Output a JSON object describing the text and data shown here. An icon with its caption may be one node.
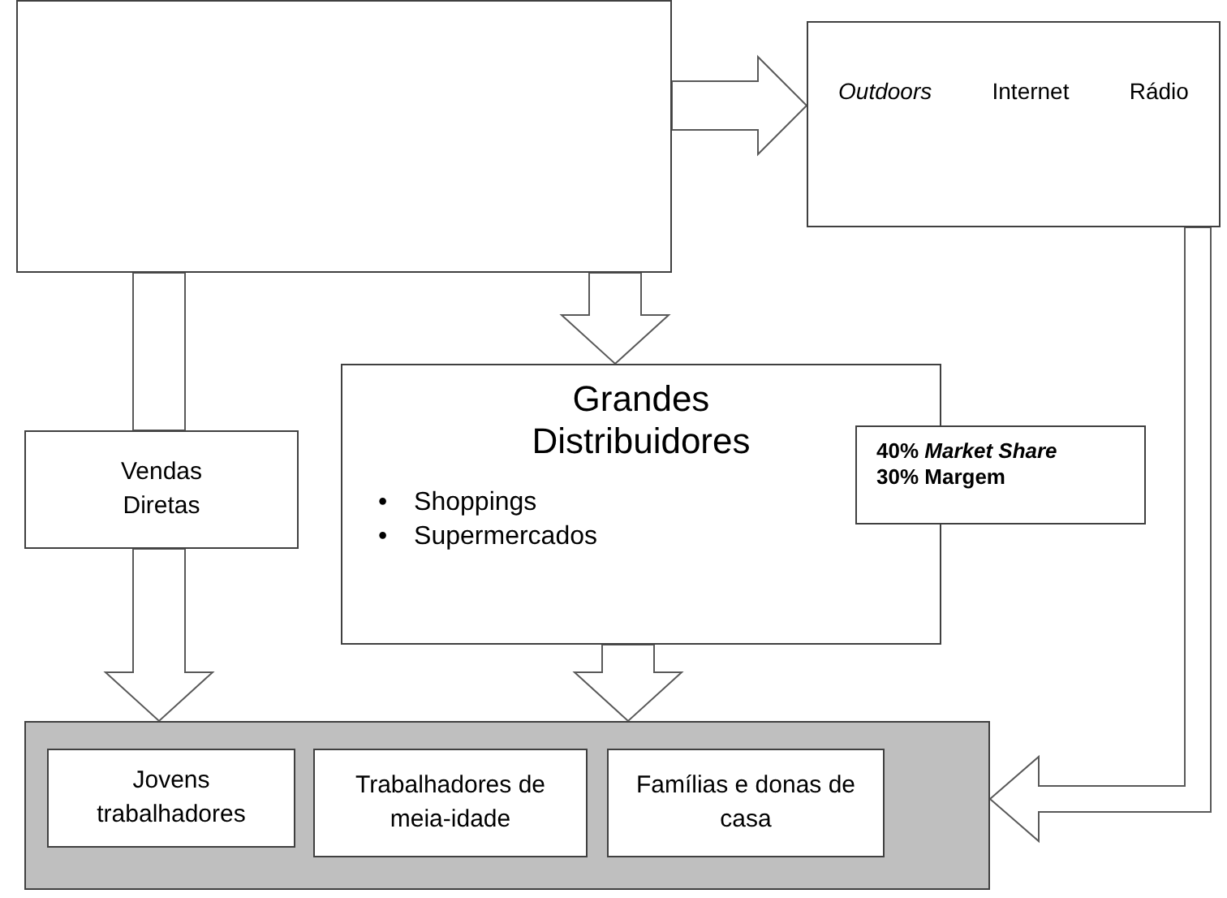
{
  "diagram": {
    "nodes": [
      {
        "text": [],
        "shape": "box"
      },
      {
        "text": [
          "Outdoors",
          "Internet",
          "Rádio"
        ]
      },
      {
        "text": [
          "Vendas Diretas"
        ]
      },
      {
        "text": [
          "Grandes Distribuidores",
          "• Shoppings",
          "• Supermercados"
        ]
      },
      {
        "text": [
          "40% *Market Share*",
          "30% Margem"
        ]
      },
      {
        "text": [],
        "shape": "box"
      },
      {
        "text": [
          "Jovens trabalhadores"
        ],
        "in": 5
      },
      {
        "text": [
          "Trabalhadores de meia-idade"
        ],
        "in": 5
      },
      {
        "text": [
          "Famílias e donas de casa"
        ],
        "in": 5
      }
    ],
    "edges": [
      {
        "from": 0,
        "to": 1,
        "arrow": "to"
      },
      {
        "from": 0,
        "to": 3,
        "arrow": "to"
      },
      {
        "from": 0,
        "to": 2,
        "arrow": "none"
      },
      {
        "from": 2,
        "to": 5,
        "arrow": "to"
      },
      {
        "from": 3,
        "to": 5,
        "arrow": "to"
      },
      {
        "from": 1,
        "to": 5,
        "arrow": "to"
      }
    ]
  }
}
